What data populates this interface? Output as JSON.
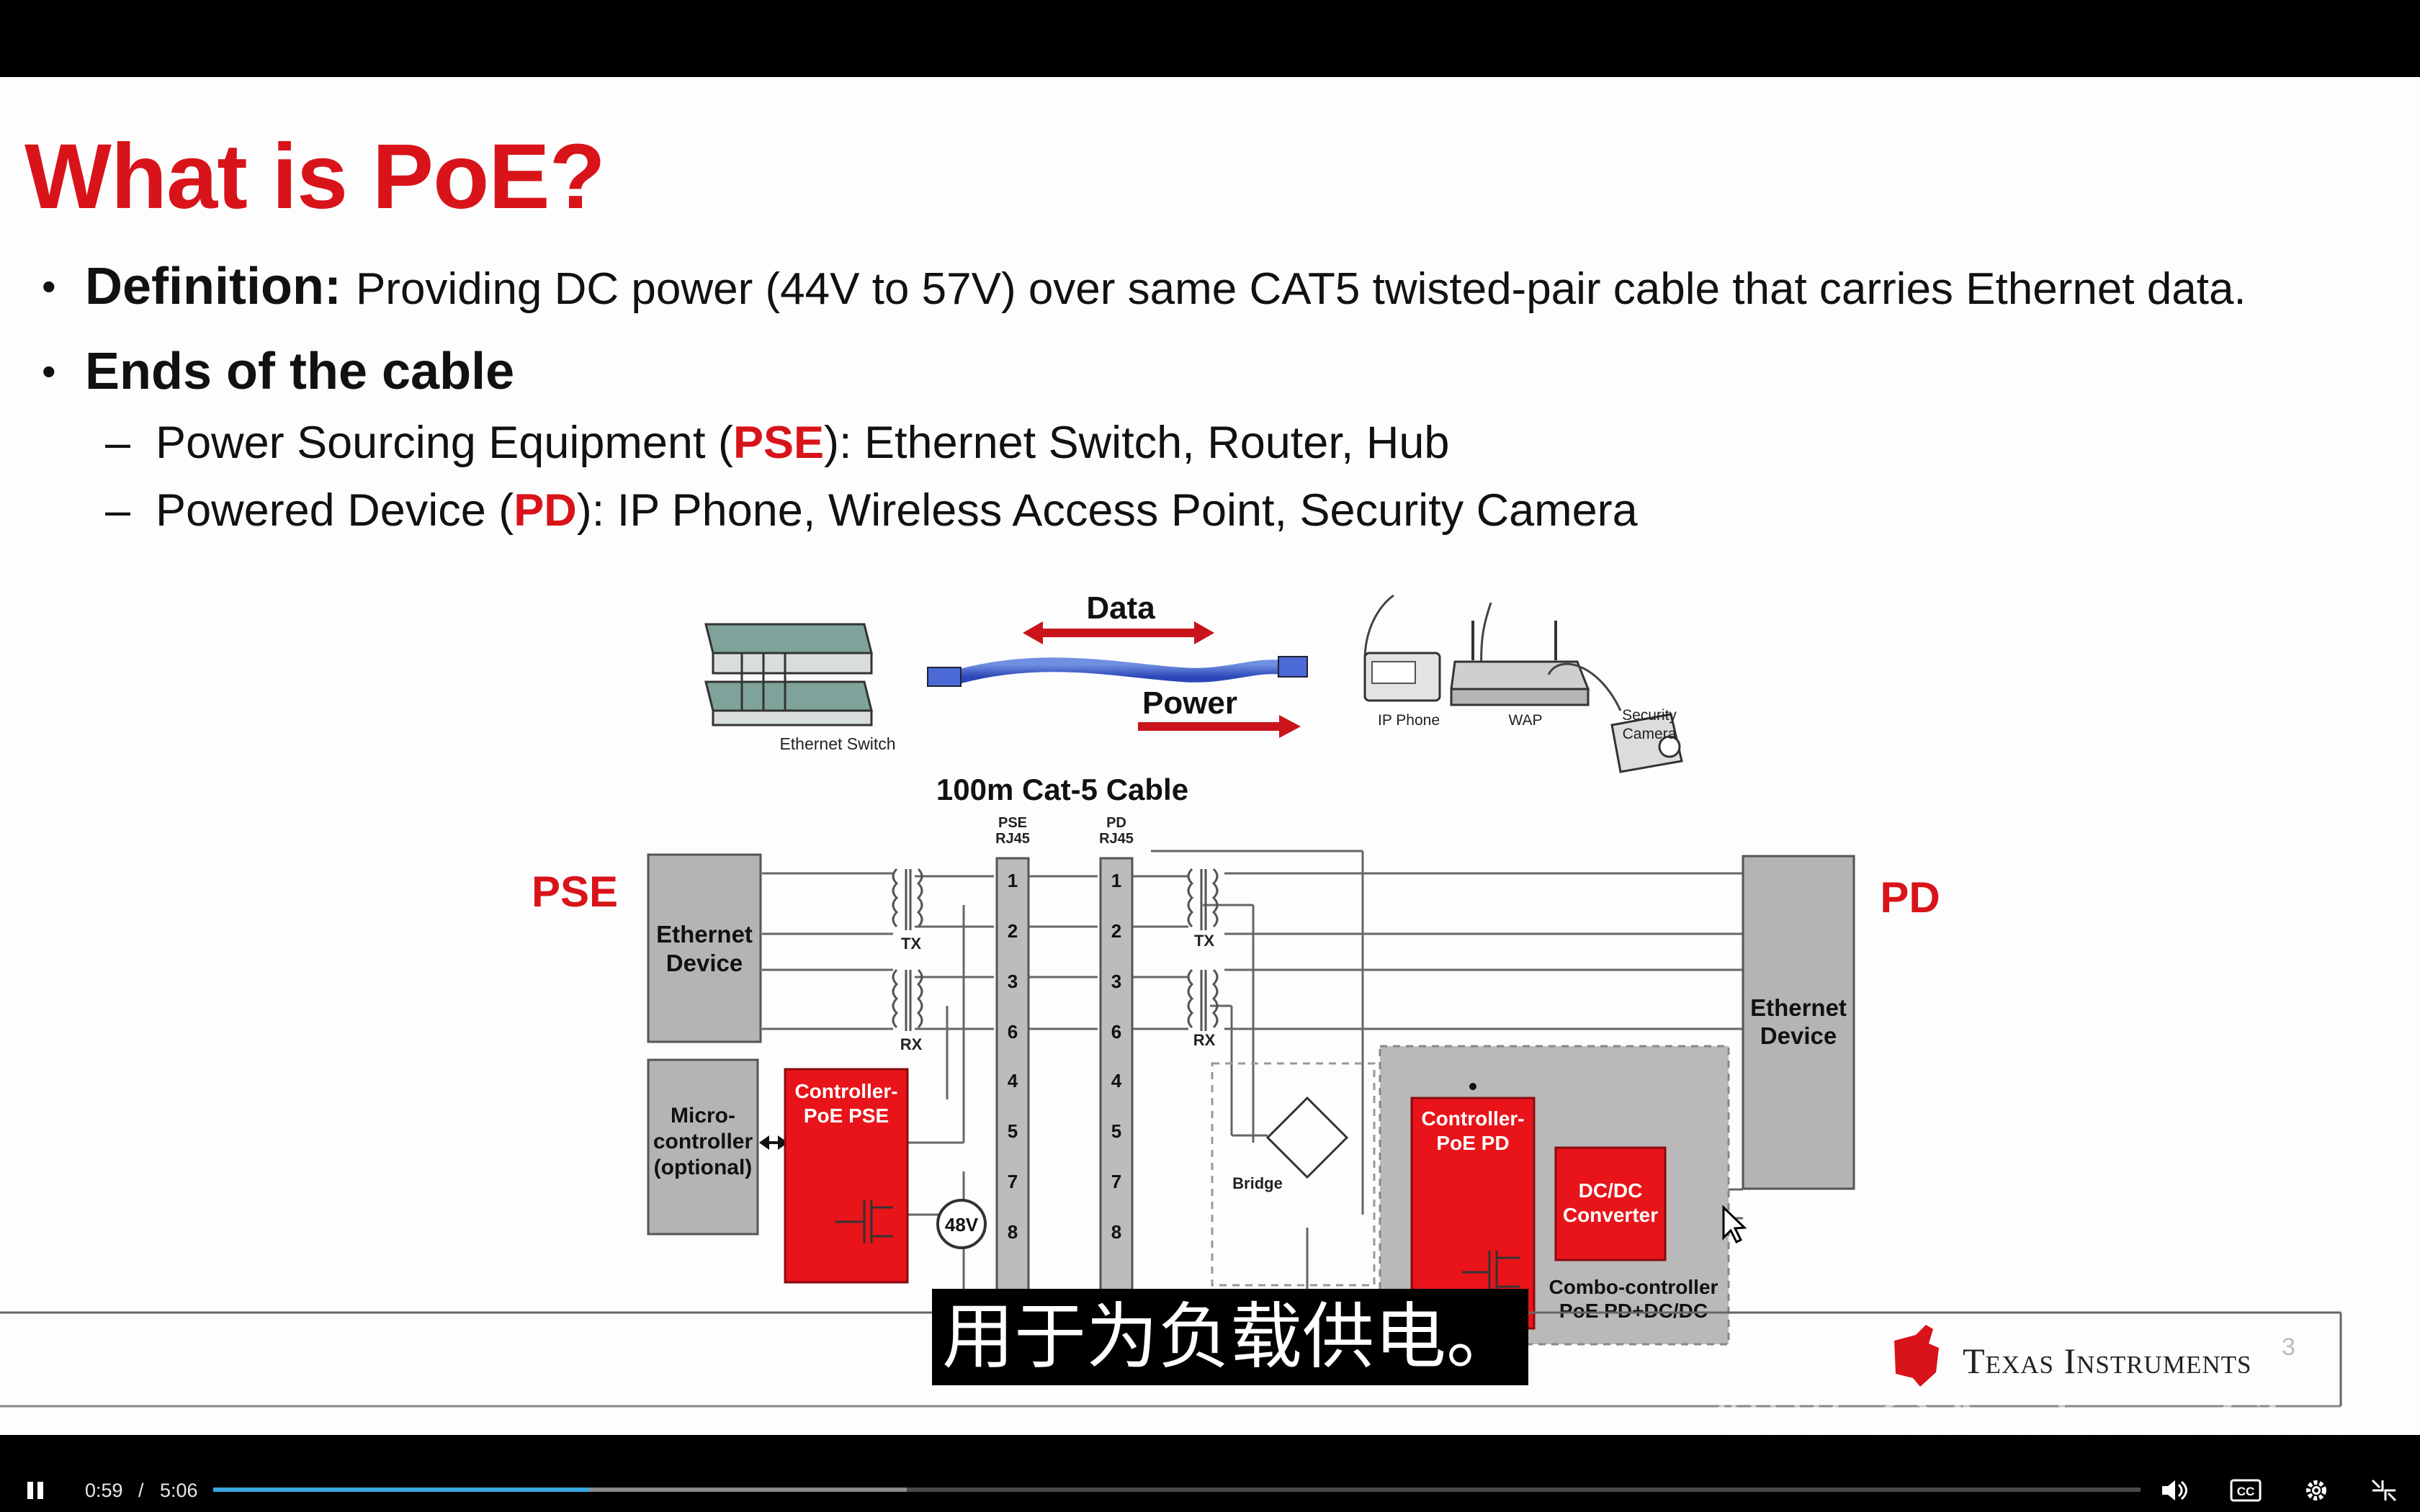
{
  "slide": {
    "title": "What is PoE?",
    "definition_label": "Definition:",
    "definition_text": "Providing DC power (44V to 57V) over same CAT5 twisted-pair cable that carries Ethernet data.",
    "ends_heading": "Ends of the cable",
    "pse_prefix": "Power Sourcing Equipment (",
    "pse_abbr": "PSE",
    "pse_suffix": "): Ethernet Switch, Router, Hub",
    "pd_prefix": "Powered Device (",
    "pd_abbr": "PD",
    "pd_suffix": "): IP Phone, Wireless Access Point, Security Camera",
    "page_number": "3",
    "brand": "Texas Instruments"
  },
  "diagram": {
    "data_label": "Data",
    "power_label": "Power",
    "switch_label": "Ethernet Switch",
    "ip_phone_label": "IP Phone",
    "wap_label": "WAP",
    "camera_label_1": "Security",
    "camera_label_2": "Camera",
    "cable_label": "100m Cat-5 Cable",
    "pse_side": "PSE",
    "pd_side": "PD",
    "pse_rj45_1": "PSE",
    "pse_rj45_2": "RJ45",
    "pd_rj45_1": "PD",
    "pd_rj45_2": "RJ45",
    "pins": [
      "1",
      "2",
      "3",
      "6",
      "4",
      "5",
      "7",
      "8"
    ],
    "eth_device_1": "Ethernet",
    "eth_device_2": "Device",
    "micro_1": "Micro-",
    "micro_2": "controller",
    "micro_3": "(optional)",
    "ctrl_pse_1": "Controller-",
    "ctrl_pse_2": "PoE PSE",
    "voltage": "48V",
    "tx": "TX",
    "rx": "RX",
    "bridge": "Bridge",
    "ctrl_pd_1": "Controller-",
    "ctrl_pd_2": "PoE PD",
    "dcdc_1": "DC/DC",
    "dcdc_2": "Converter",
    "combo_1": "Combo-controller",
    "combo_2": "PoE PD+DC/DC"
  },
  "subtitle": "用于为负载供电。",
  "watermark": "知乎 @Andrew Chu",
  "player": {
    "current_time": "0:59",
    "separator": "/",
    "duration": "5:06",
    "played_fraction": 0.195,
    "buffered_fraction": 0.36,
    "cc_label": "CC"
  },
  "colors": {
    "ti_red": "#d8141a",
    "box_gray": "#b4b4b4",
    "progress": "#3aa8e0"
  }
}
